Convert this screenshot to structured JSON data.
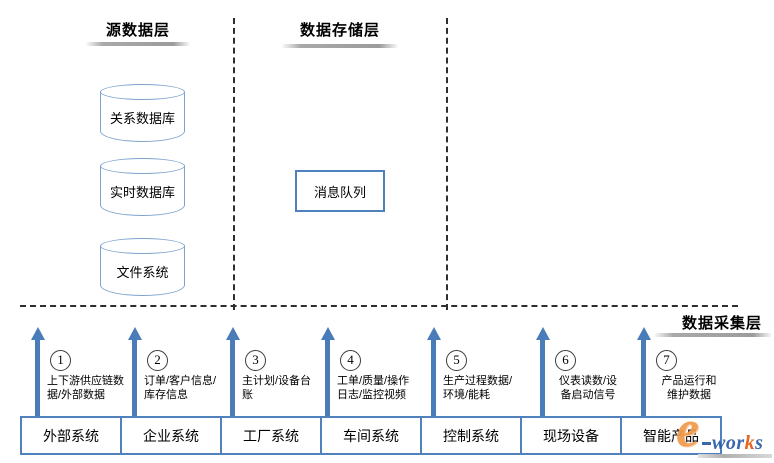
{
  "diagram": {
    "source_layer": {
      "title": "源数据层",
      "items": [
        {
          "label": "关系数据库"
        },
        {
          "label": "实时数据库"
        },
        {
          "label": "文件系统"
        }
      ]
    },
    "storage_layer": {
      "title": "数据存储层",
      "items": [
        {
          "label": "消息队列"
        }
      ]
    },
    "collection_layer": {
      "title": "数据采集层"
    },
    "channels": [
      {
        "num": "1",
        "desc": "上下游供应链数据/外部数据",
        "desc_l1": "上下游供应链数",
        "desc_l2": "据/外部数据",
        "system": "外部系统"
      },
      {
        "num": "2",
        "desc": "订单/客户信息/库存信息",
        "desc_l1": "订单/客户信息/",
        "desc_l2": "库存信息",
        "system": "企业系统"
      },
      {
        "num": "3",
        "desc": "主计划/设备台账",
        "desc_l1": "主计划/设备台",
        "desc_l2": "账",
        "system": "工厂系统"
      },
      {
        "num": "4",
        "desc": "工单/质量/操作日志/监控视频",
        "desc_l1": "工单/质量/操作",
        "desc_l2": "日志/监控视频",
        "system": "车间系统"
      },
      {
        "num": "5",
        "desc": "生产过程数据/环境/能耗",
        "desc_l1": "生产过程数据/",
        "desc_l2": "环境/能耗",
        "system": "控制系统"
      },
      {
        "num": "6",
        "desc": "仪表读数/设备启动信号",
        "desc_l1": "仪表读数/设",
        "desc_l2": "备启动信号",
        "system": "现场设备"
      },
      {
        "num": "7",
        "desc": "产品运行和维护数据",
        "desc_l1": "产品运行和",
        "desc_l2": "维护数据",
        "system": "智能产品"
      }
    ],
    "watermark": {
      "part_e": "e",
      "part_wor": "wor",
      "part_k": "k",
      "part_s": "s"
    },
    "colors": {
      "box_border": "#4f81bd",
      "cylinder_border": "#7ea2cd",
      "arrow": "#4a7cba",
      "dash": "#2e2e2e",
      "logo_orange": "#f09a4b",
      "logo_blue": "#2d5ca8"
    }
  }
}
